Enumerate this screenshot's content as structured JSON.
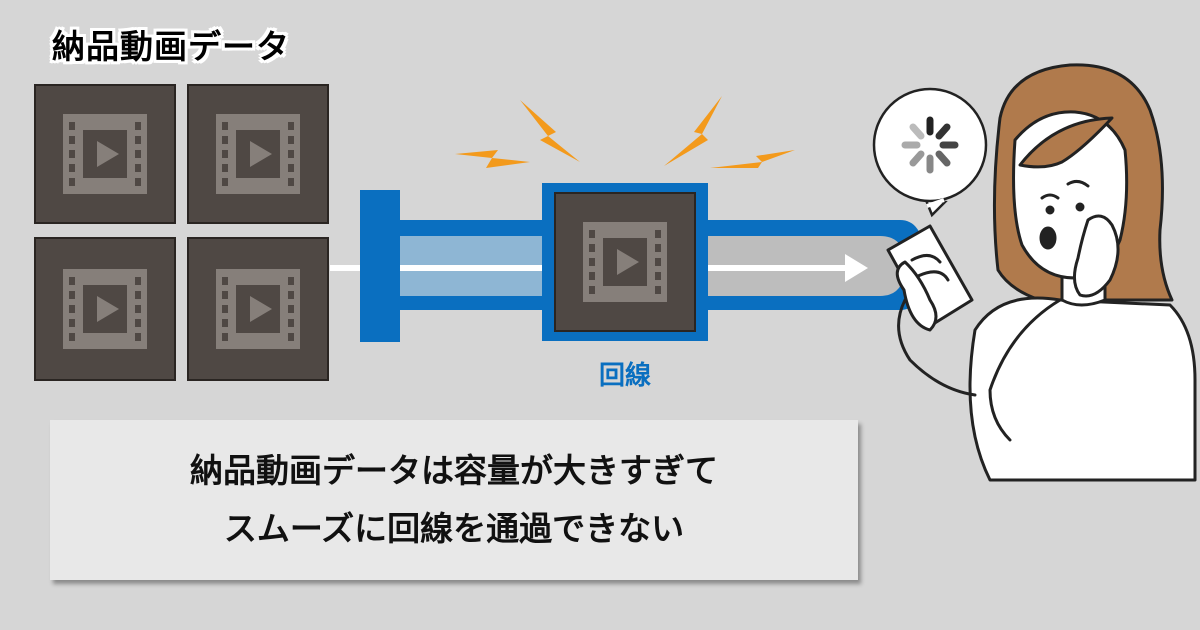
{
  "title": "納品動画データ",
  "pipe_label": "回線",
  "caption": {
    "line1": "納品動画データは容量が大きすぎて",
    "line2": "スムーズに回線を通過できない"
  },
  "icons": [
    "video-file-icon",
    "loading-spinner-icon",
    "lightning-spark-icon",
    "arrow-right-icon",
    "smartphone-icon"
  ],
  "colors": {
    "background": "#d6d6d6",
    "tile": "#4f4844",
    "tile_icon": "#867f7a",
    "pipe_blue": "#0a6fc0",
    "pipe_fill": "#8eb6d4",
    "spark_orange": "#f39a1c",
    "hair": "#b07a4c"
  }
}
